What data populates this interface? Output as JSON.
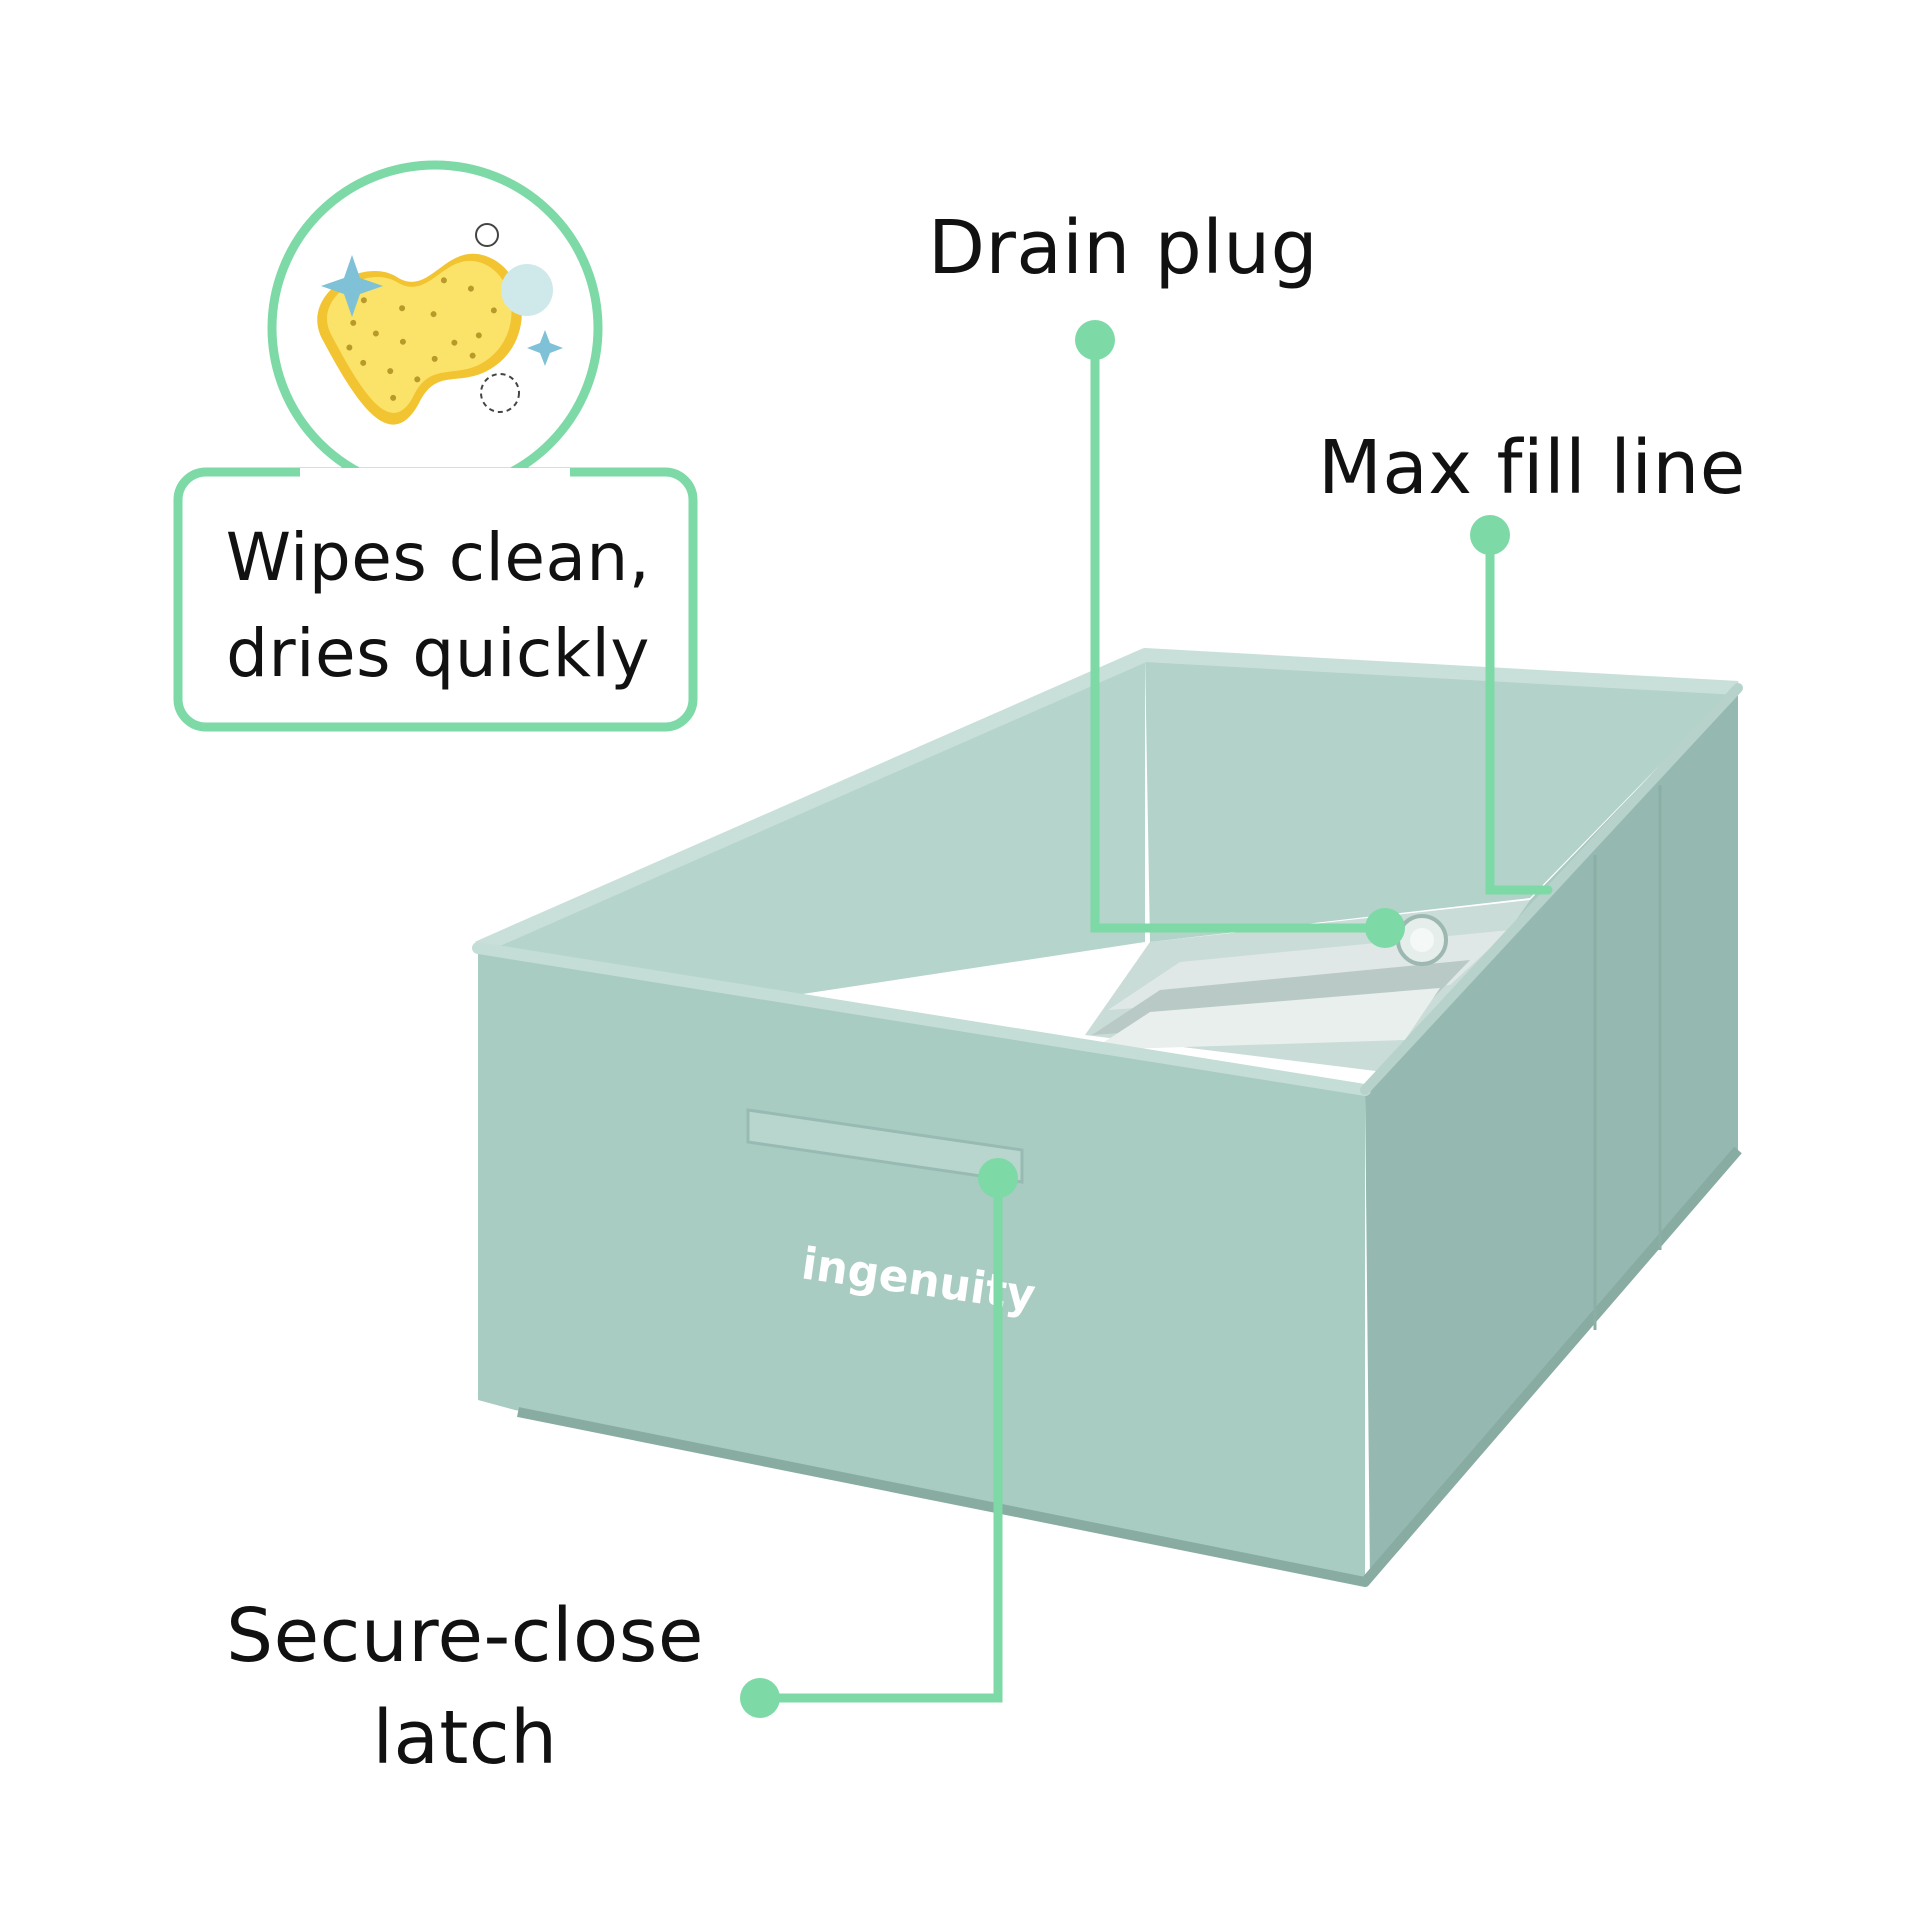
{
  "brand": "ingenuity",
  "callouts": {
    "drain_plug": "Drain plug",
    "max_fill_line": "Max fill line",
    "secure_close_line1": "Secure-close",
    "secure_close_line2": "latch",
    "wipes_line1": "Wipes clean,",
    "wipes_line2": "dries quickly"
  },
  "icons": {
    "feature_badge": "sponge-icon",
    "sparkles": "sparkle-icon"
  },
  "colors": {
    "accent": "#7dd9a6",
    "tub": "#a9ccc3",
    "tub_dark": "#93b8ae",
    "tub_light": "#bfd9d2",
    "sponge": "#f7d84a",
    "text": "#111111"
  }
}
